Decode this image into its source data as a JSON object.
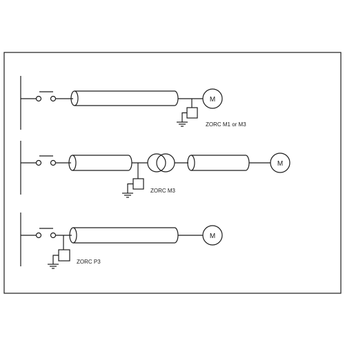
{
  "diagram": {
    "line_color": "#1a1a1a",
    "circuit_top": {
      "motor_label": "M",
      "device_label": "ZORC M1 or M3"
    },
    "circuit_middle": {
      "motor_label": "M",
      "device_label": "ZORC M3"
    },
    "circuit_bottom": {
      "motor_label": "M",
      "device_label": "ZORC P3"
    }
  }
}
